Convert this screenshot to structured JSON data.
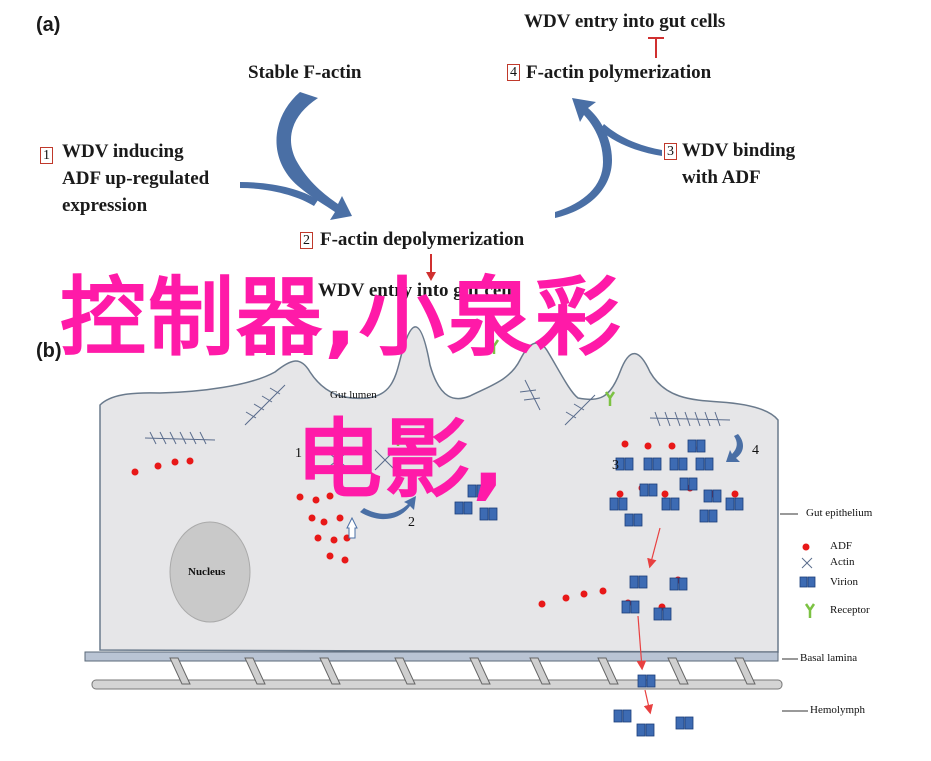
{
  "panel_a": {
    "label": "(a)",
    "stable_f_actin": "Stable F-actin",
    "step1_num": "1",
    "step1_lines": [
      "WDV inducing",
      "ADF up-regulated",
      "expression"
    ],
    "step2_num": "2",
    "step2_label": "F-actin depolymerization",
    "step3_num": "3",
    "step3_lines": [
      "WDV binding",
      "with ADF"
    ],
    "step4_num": "4",
    "step4_label": "F-actin polymerization",
    "wdv_entry_top": "WDV entry into gut cells",
    "wdv_entry_bottom": "WDV entry into gut cells"
  },
  "panel_b": {
    "label": "(b)",
    "gut_lumen": "Gut lumen",
    "nucleus": "Nucleus",
    "num1": "1",
    "num2": "2",
    "num3": "3",
    "num4": "4",
    "gut_epithelium": "Gut epithelium",
    "basal_lamina": "Basal lamina",
    "hemolymph": "Hemolymph",
    "legend": {
      "adf": "ADF",
      "actin": "Actin",
      "virion": "Virion",
      "receptor": "Receptor"
    }
  },
  "overlay": {
    "line1": "控制器,小泉彩",
    "line2": "电影,"
  },
  "colors": {
    "arrow_blue": "#4a6fa5",
    "number_box": "#c0392b",
    "adf_red": "#e81818",
    "virion_blue": "#3d6bb3",
    "receptor_green": "#7cc243",
    "overlay_pink": "#ff1aa8",
    "cell_fill": "#e6e6e8"
  }
}
